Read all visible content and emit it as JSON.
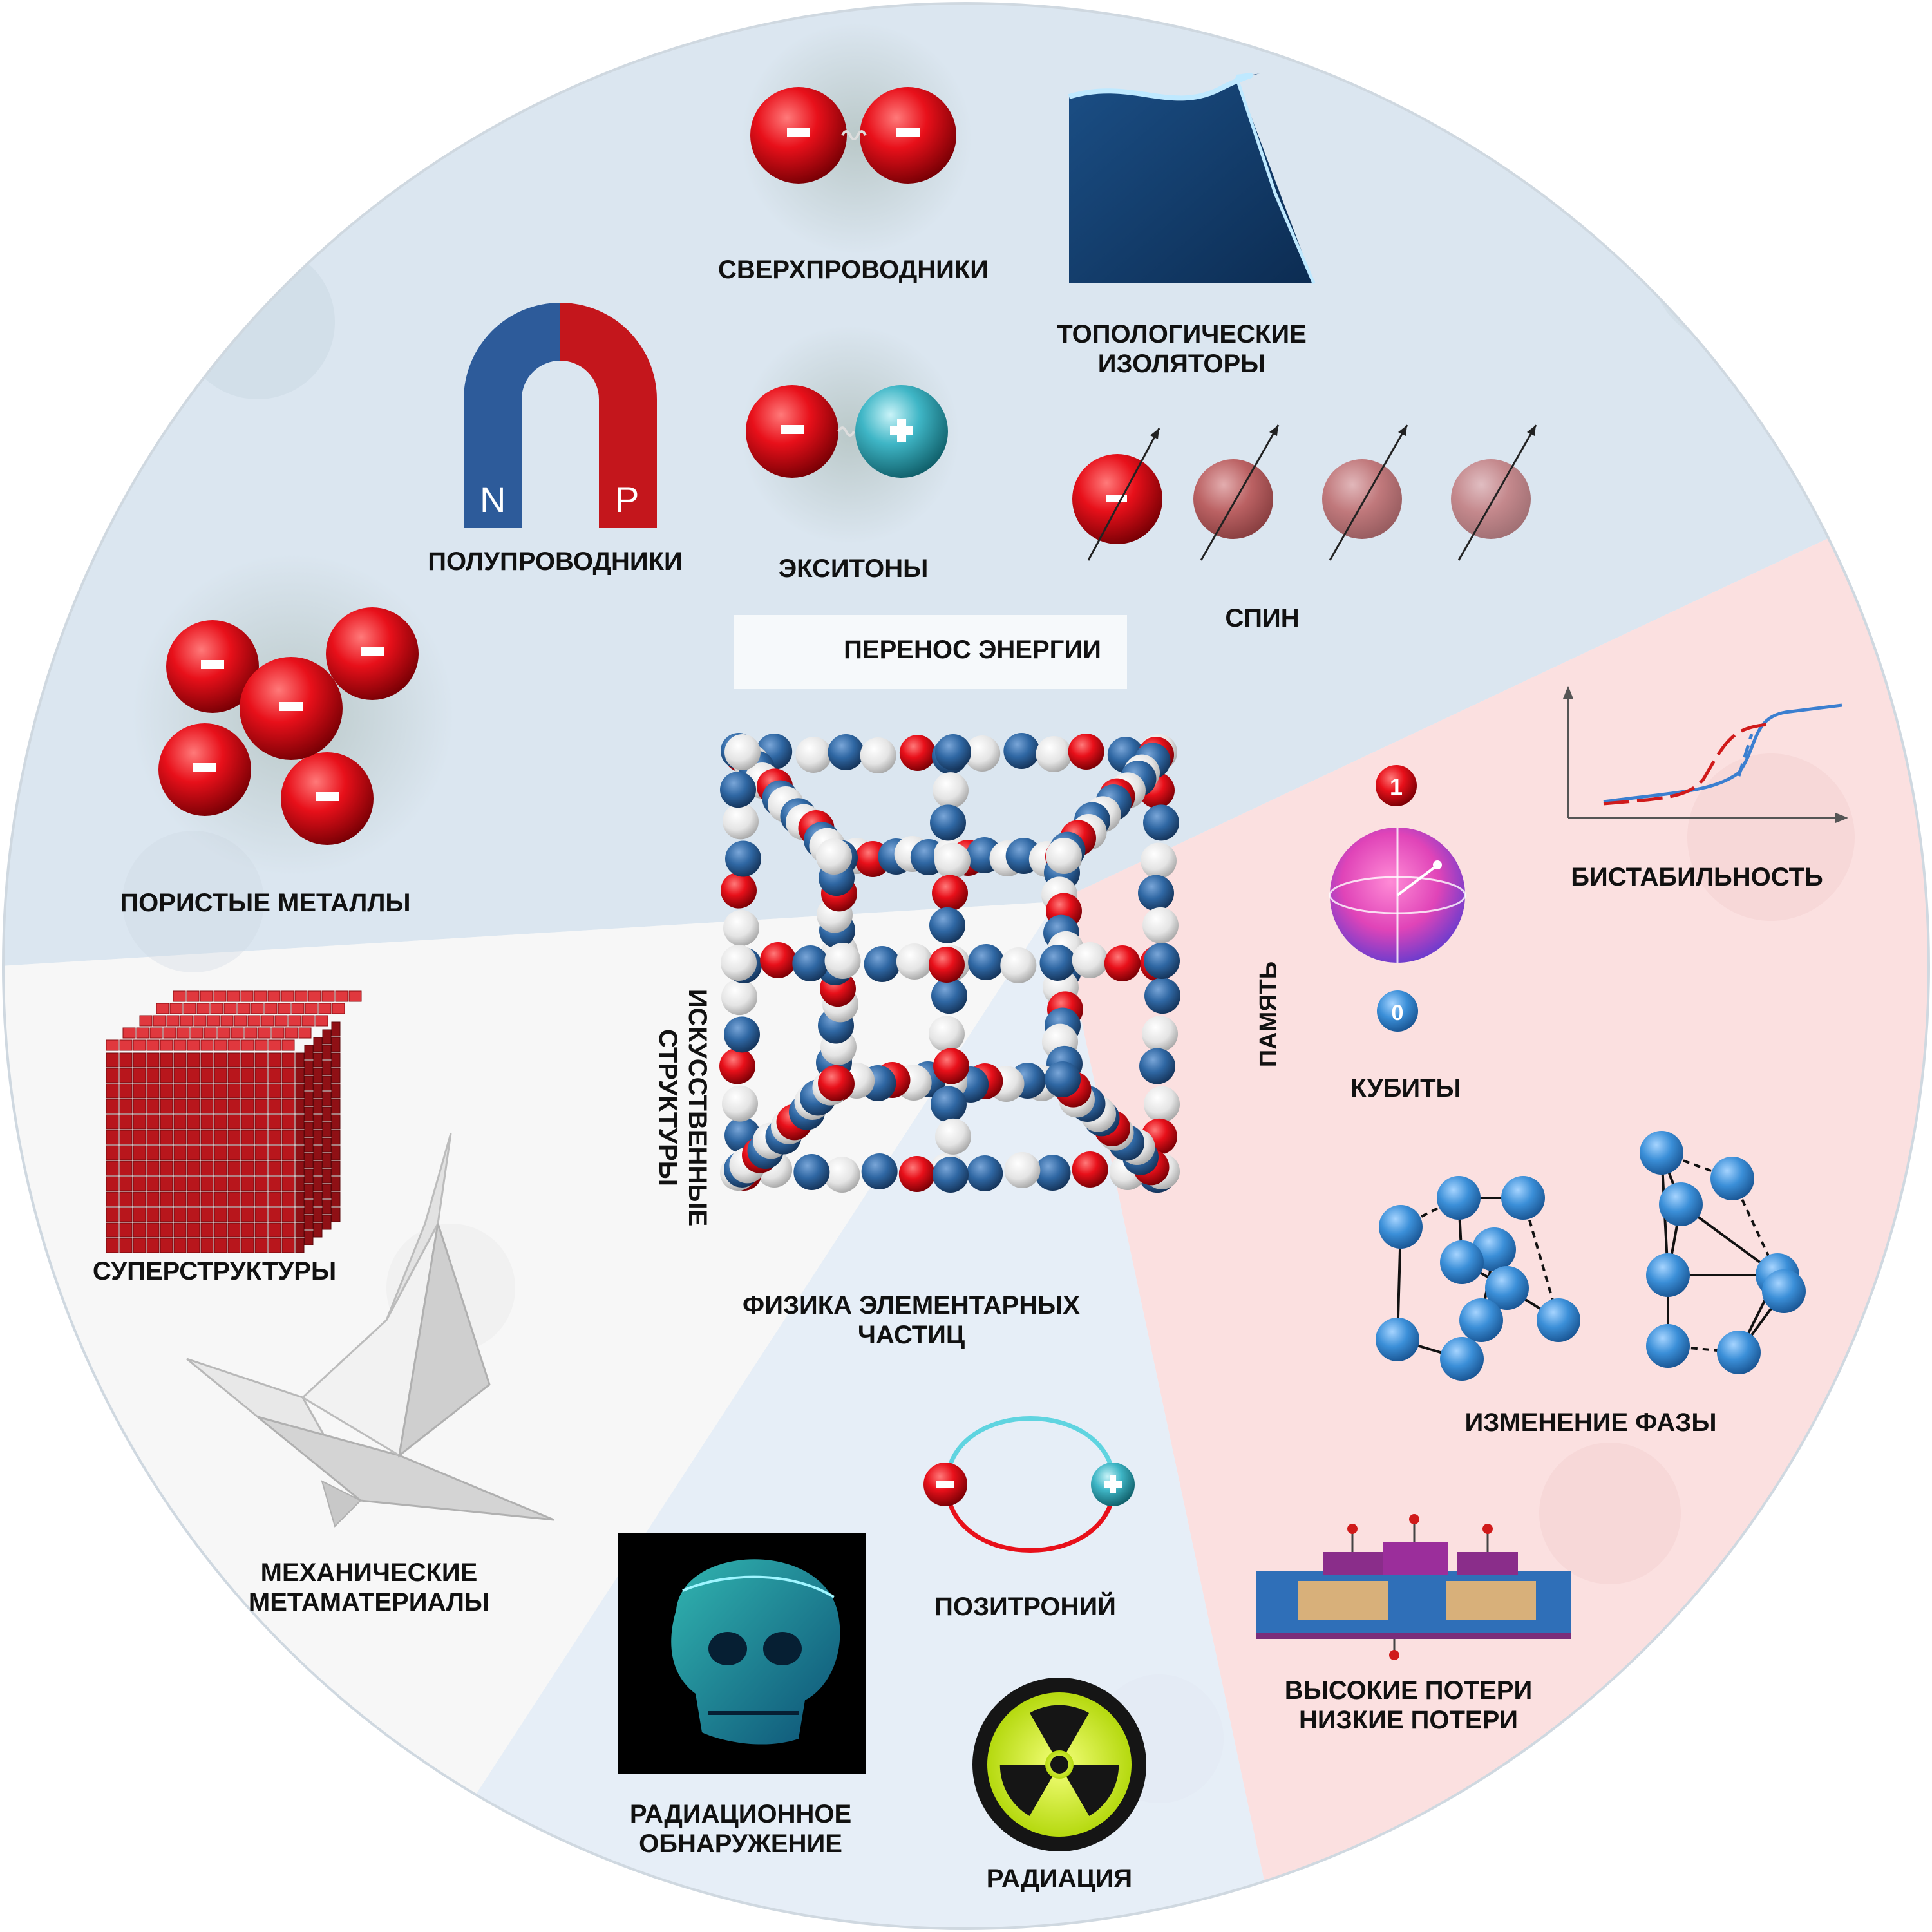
{
  "labels": {
    "superconductors": "СВЕРХПРОВОДНИКИ",
    "topological_1": "ТОПОЛОГИЧЕСКИЕ",
    "topological_2": "ИЗОЛЯТОРЫ",
    "semiconductors": "ПОЛУПРОВОДНИКИ",
    "excitons": "ЭКСИТОНЫ",
    "spin": "СПИН",
    "energy_transfer": "ПЕРЕНОС ЭНЕРГИИ",
    "porous_metals": "ПОРИСТЫЕ МЕТАЛЛЫ",
    "bistability": "БИСТАБИЛЬНОСТЬ",
    "memory": "ПАМЯТЬ",
    "qubits": "КУБИТЫ",
    "artificial_1": "ИСКУССТВЕННЫЕ",
    "artificial_2": "СТРУКТУРЫ",
    "superstructures": "СУПЕРСТРУКТУРЫ",
    "particle_physics_1": "ФИЗИКА ЭЛЕМЕНТАРНЫХ",
    "particle_physics_2": "ЧАСТИЦ",
    "phase_change": "ИЗМЕНЕНИЕ ФАЗЫ",
    "mech_meta_1": "МЕХАНИЧЕСКИЕ",
    "mech_meta_2": "МЕТАМАТЕРИАЛЫ",
    "positronium": "ПОЗИТРОНИЙ",
    "losses_1": "ВЫСОКИЕ ПОТЕРИ",
    "losses_2": "НИЗКИЕ ПОТЕРИ",
    "radiation_detection_1": "РАДИАЦИОННОЕ",
    "radiation_detection_2": "ОБНАРУЖЕНИЕ",
    "radiation": "РАДИАЦИЯ",
    "magnet_n": "N",
    "magnet_p": "P",
    "qubit_one": "1",
    "qubit_zero": "0"
  },
  "colors": {
    "region_blue": "#dbe6f0",
    "region_pink": "#fbe0e0",
    "region_white": "#f7f7f7",
    "region_lightblue": "#e6eef7",
    "electron_red": "#e8101a",
    "hole_cyan": "#3fb6c6",
    "atom_blue": "#2f67a3",
    "atom_white": "#eeeeee",
    "phase_ball": "#3b8fd8",
    "topo_navy": "#123d6b",
    "magnet_blue": "#2d5b9a",
    "magnet_red": "#c4161c",
    "radiation_yellow": "#c8e61a"
  }
}
